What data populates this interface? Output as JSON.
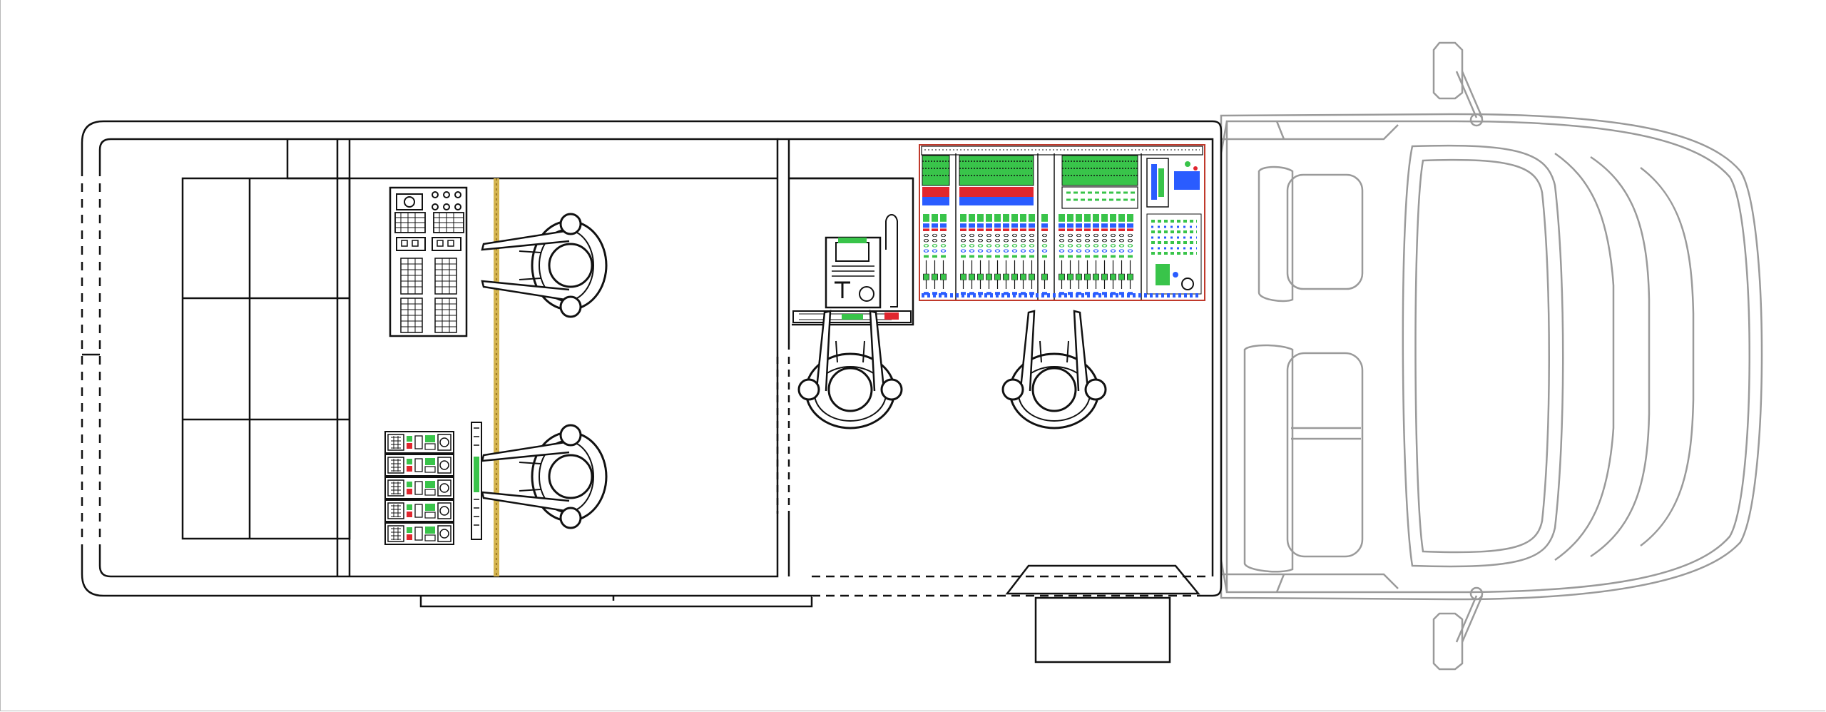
{
  "colors": {
    "outline": "#111111",
    "vehicle": "#9a9a9a",
    "rope": "#d4b450",
    "green": "#39c44a",
    "blue": "#2a5cff",
    "red": "#e0262e",
    "panel_border": "#c0392b"
  },
  "icons": {
    "person": "operator-seated-topview",
    "console": "audio-mixing-console",
    "rack": "equipment-rack",
    "van": "van-cab-outline"
  }
}
